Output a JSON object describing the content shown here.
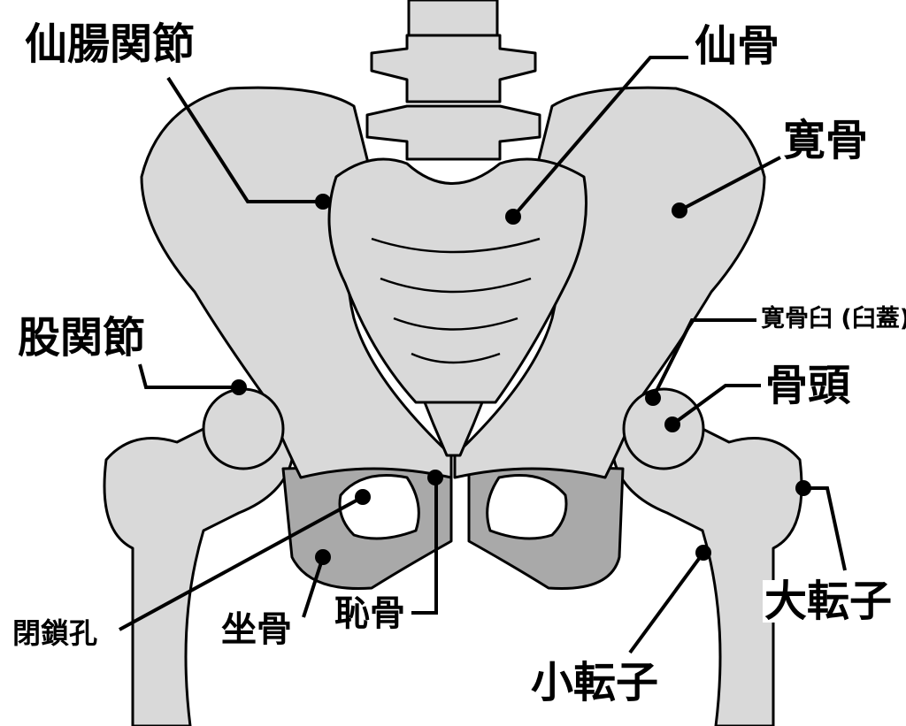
{
  "labels": {
    "sacroiliac_joint": "仙腸関節",
    "sacrum": "仙骨",
    "hip_bone": "寛骨",
    "hip_joint": "股関節",
    "acetabulum": "寛骨臼 (臼蓋)",
    "femoral_head": "骨頭",
    "greater_trochanter": "大転子",
    "lesser_trochanter": "小転子",
    "pubis": "恥骨",
    "ischium": "坐骨",
    "obturator_foramen": "閉鎖孔"
  },
  "colors": {
    "bone": "#d9d9d9",
    "bone_shade": "#a9a9a9",
    "outline": "#000000"
  }
}
